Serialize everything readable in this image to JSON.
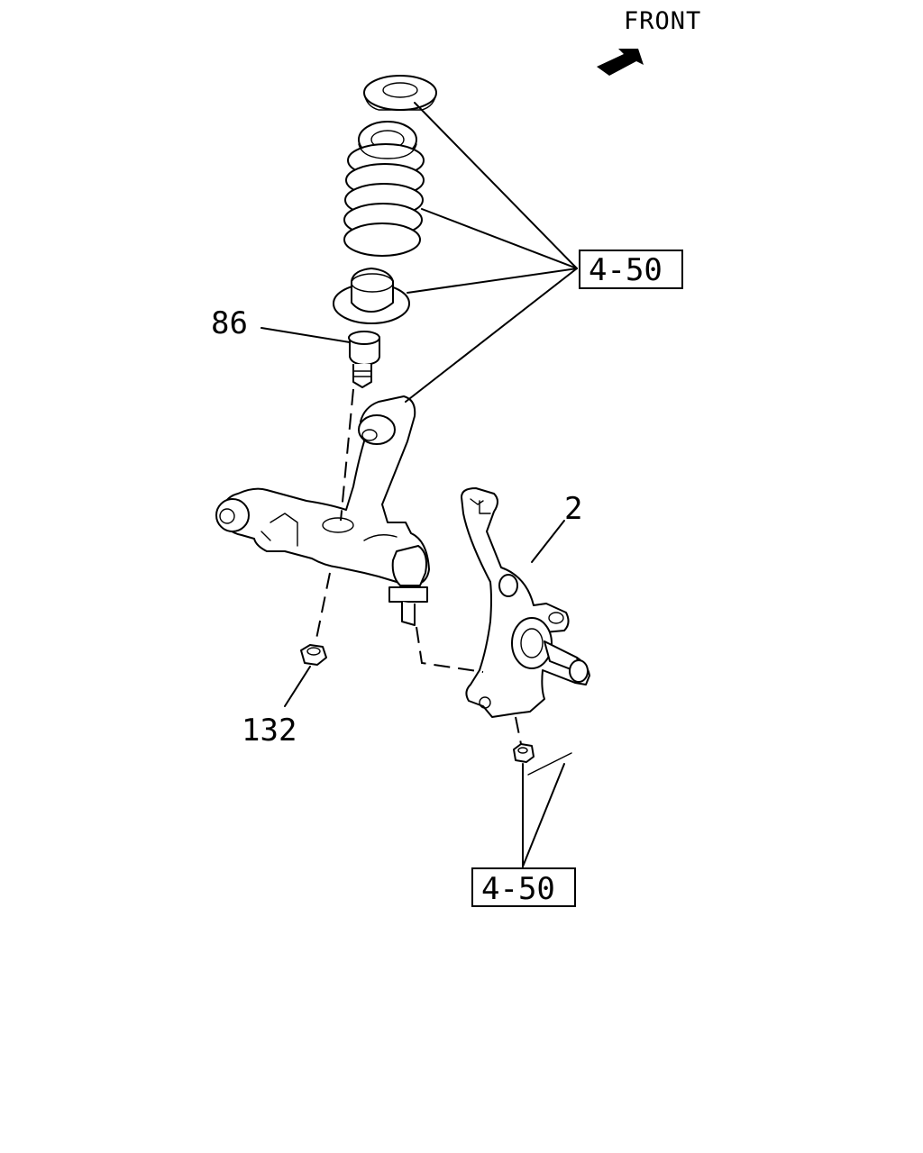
{
  "orientation": {
    "label": "FRONT"
  },
  "callouts": [
    {
      "text": "4-50"
    },
    {
      "text": "86"
    },
    {
      "text": "2"
    },
    {
      "text": "132"
    },
    {
      "text": "4-50"
    }
  ]
}
